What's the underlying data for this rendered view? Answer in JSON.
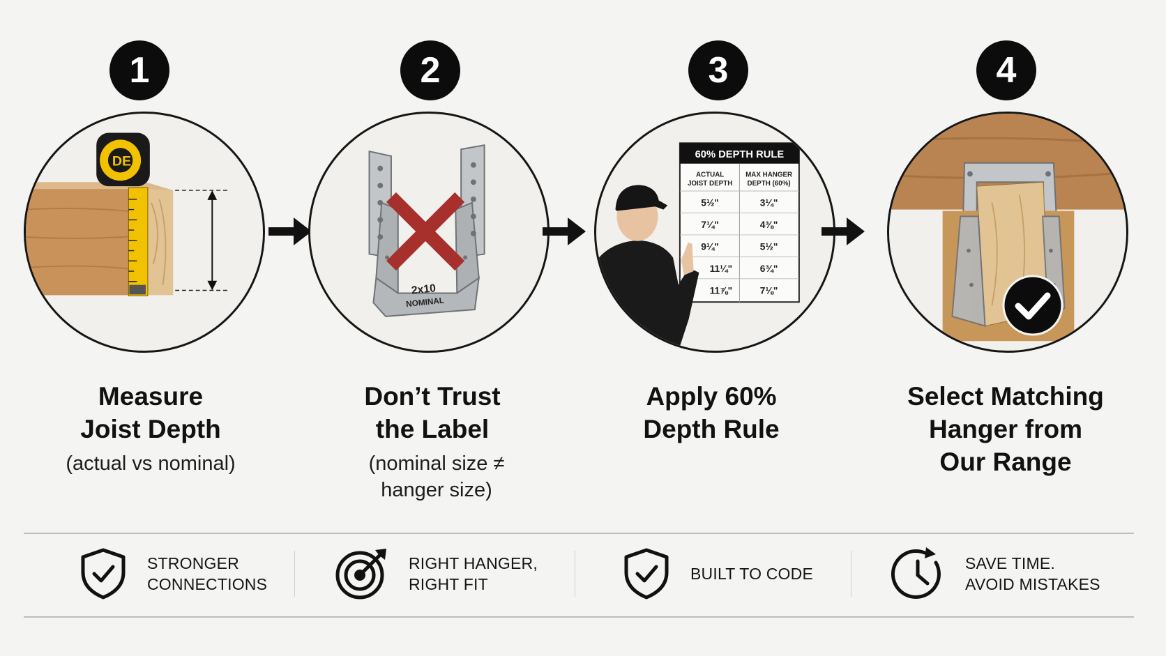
{
  "steps": [
    {
      "number": "1",
      "title_line1": "Measure",
      "title_line2": "Joist Depth",
      "subtitle_line1": "(actual vs nominal)",
      "subtitle_line2": "",
      "title_line3": ""
    },
    {
      "number": "2",
      "title_line1": "Don’t Trust",
      "title_line2": "the Label",
      "subtitle_line1": "(nominal size ≠",
      "subtitle_line2": "hanger size)",
      "title_line3": ""
    },
    {
      "number": "3",
      "title_line1": "Apply 60%",
      "title_line2": "Depth Rule",
      "subtitle_line1": "",
      "subtitle_line2": "",
      "title_line3": ""
    },
    {
      "number": "4",
      "title_line1": "Select Matching",
      "title_line2": "Hanger from",
      "title_line3": "Our Range",
      "subtitle_line1": "",
      "subtitle_line2": ""
    }
  ],
  "illustrations": {
    "tape_brand": "DE",
    "hanger_stamp_line1": "2x10",
    "hanger_stamp_line2": "NOMINAL",
    "rule_chart": {
      "title": "60% DEPTH RULE",
      "col1_line1": "ACTUAL",
      "col1_line2": "JOIST DEPTH",
      "col2_line1": "MAX HANGER",
      "col2_line2": "DEPTH (60%)",
      "rows": [
        {
          "actual": "5½\"",
          "max": "3¼\""
        },
        {
          "actual": "7¼\"",
          "max": "4⅜\""
        },
        {
          "actual": "9¼\"",
          "max": "5½\""
        },
        {
          "actual": "11¼\"",
          "max": "6¾\""
        },
        {
          "actual": "11⅞\"",
          "max": "7⅛\""
        }
      ]
    }
  },
  "benefits": [
    {
      "icon": "shield-check-icon",
      "label": "STRONGER\nCONNECTIONS"
    },
    {
      "icon": "target-icon",
      "label": "RIGHT HANGER,\nRIGHT FIT"
    },
    {
      "icon": "shield-check-icon",
      "label": "BUILT TO CODE"
    },
    {
      "icon": "clock-icon",
      "label": "SAVE TIME.\nAVOID MISTAKES"
    }
  ],
  "colors": {
    "background": "#f4f4f2",
    "badge": "#0c0c0c",
    "wood": "#c99a64",
    "tape": "#f2c200",
    "x_mark": "#a8302c",
    "steel": "#b9bcbf"
  }
}
